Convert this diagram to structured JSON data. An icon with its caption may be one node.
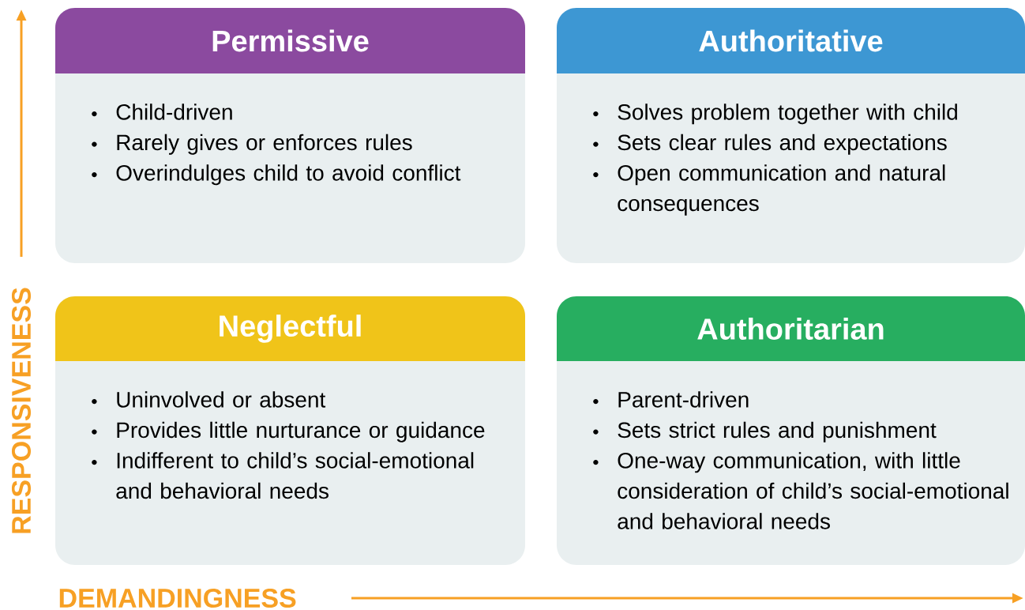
{
  "diagram": {
    "nodes": [
      {
        "text": [
          "Permissive",
          "Child-driven",
          "Rarely gives or enforces rules",
          "Overindulges child to avoid conflict"
        ]
      },
      {
        "text": [
          "Authoritative",
          "Solves problem together with child",
          "Sets clear rules and expectations",
          "Open communication and natural consequences"
        ]
      },
      {
        "text": [
          "Neglectful",
          "Uninvolved or absent",
          "Provides little nurturance or guidance",
          "Indifferent to child’s social-emotional and behavioral needs"
        ]
      },
      {
        "text": [
          "Authoritarian",
          "Parent-driven",
          "Sets strict rules and punishment",
          "One-way communication, with little consideration of child’s social-emotional and behavioral needs"
        ]
      }
    ],
    "labels": [
      "RESPONSIVENESS",
      "DEMANDINGNESS"
    ]
  }
}
